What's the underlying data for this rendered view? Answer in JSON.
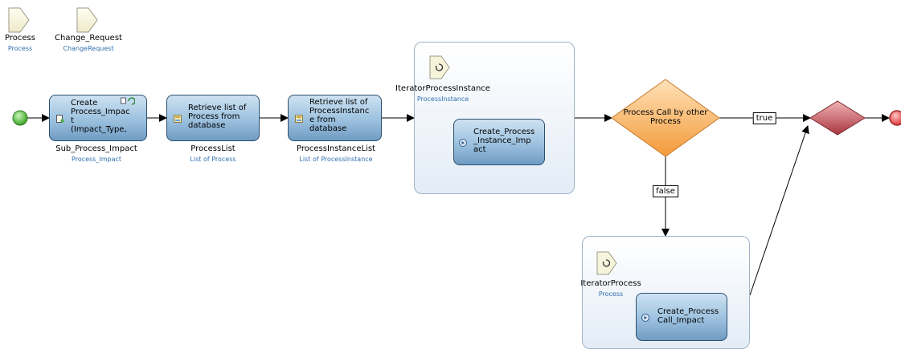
{
  "parameters": [
    {
      "name": "Process",
      "type": "Process"
    },
    {
      "name": "Change_Request",
      "type": "ChangeRequest"
    }
  ],
  "actions": {
    "create_impact": {
      "text": "Create\nProcess_Impac\nt\n(Impact_Type,",
      "var_name": "Sub_Process_Impact",
      "var_type": "Process_Impact"
    },
    "retrieve_process": {
      "text": "Retrieve list of\nProcess from\ndatabase",
      "var_name": "ProcessList",
      "var_type": "List of Process"
    },
    "retrieve_instance": {
      "text": "Retrieve list of\nProcessInstanc\ne from\ndatabase",
      "var_name": "ProcessInstanceList",
      "var_type": "List of ProcessInstance"
    }
  },
  "loops": {
    "instance_loop": {
      "iterator_name": "IteratorProcessInstance",
      "iterator_type": "ProcessInstance",
      "action_text": "Create_Process\n_Instance_Imp\nact"
    },
    "process_loop": {
      "iterator_name": "IteratorProcess",
      "iterator_type": "Process",
      "action_text": "Create_Process\nCall_Impact"
    }
  },
  "decision": {
    "text": "Process Call by other\nProcess"
  },
  "edge_labels": {
    "true": "true",
    "false": "false"
  },
  "colors": {
    "start": "#4cbb33",
    "end": "#e8474a",
    "decision": "#f6a34a",
    "merge": "#b5454f",
    "action": "#9cc1df"
  }
}
